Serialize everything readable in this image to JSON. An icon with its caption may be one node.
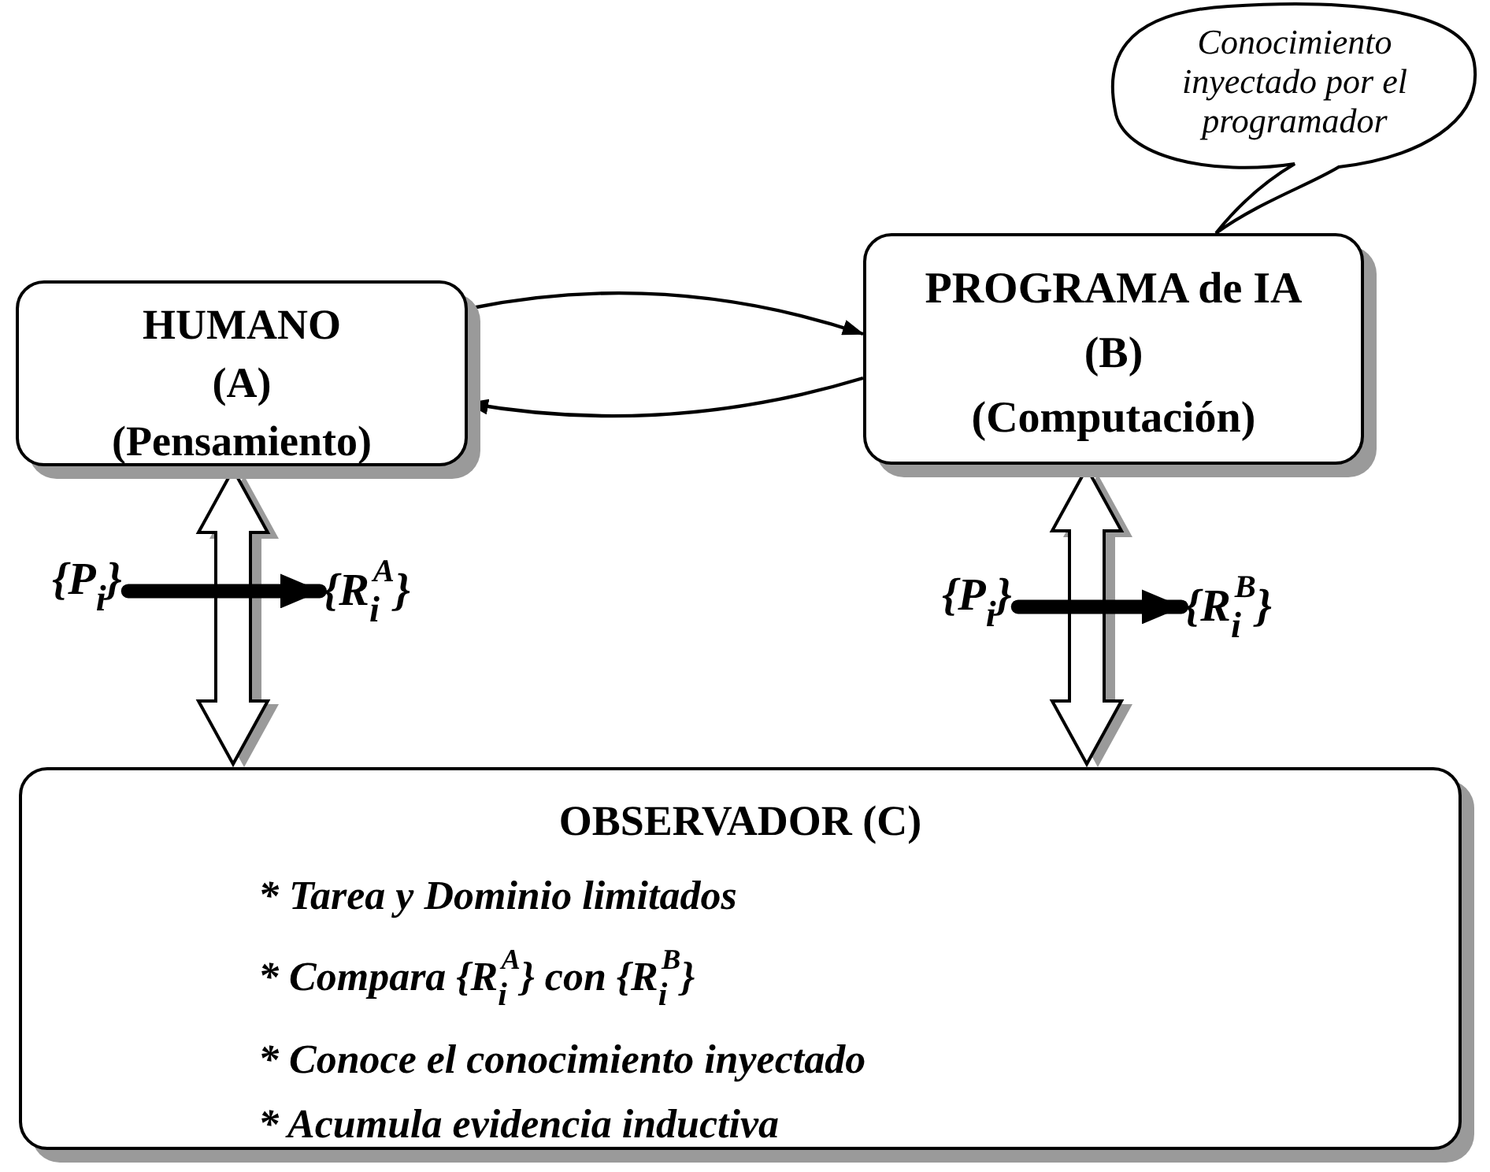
{
  "diagram": {
    "nodes": [
      {
        "text": [
          "HUMANO",
          "(A)",
          "(Pensamiento)"
        ]
      },
      {
        "text": [
          "PROGRAMA de IA",
          "(B)",
          "(Computación)"
        ]
      },
      {
        "text": [
          "OBSERVADOR (C)",
          "* Tarea y Dominio limitados",
          "* Compara {R$_{i}$$^{A}$} con {R$_{i}$$^{B}$}",
          "* Conoce el conocimiento inyectado",
          "* Acumula evidencia inductiva"
        ]
      },
      {
        "text": [
          "Conocimiento inyectado por el programador"
        ]
      },
      {
        "text": [
          "{P$_{i}$}"
        ]
      },
      {
        "text": [
          "{R$_{i}$$^{A}$}"
        ]
      },
      {
        "text": [
          "{P$_{i}$}"
        ]
      },
      {
        "text": [
          "{R$_{i}$$^{B}$}"
        ]
      }
    ],
    "edges": [
      {
        "from": 0,
        "to": 1,
        "arrow": "to"
      },
      {
        "from": 1,
        "to": 0,
        "arrow": "to"
      },
      {
        "from": 0,
        "to": 2,
        "arrow": "both",
        "style": "thick"
      },
      {
        "from": 1,
        "to": 2,
        "arrow": "both",
        "style": "thick"
      },
      {
        "from": 4,
        "to": 5,
        "arrow": "to",
        "style": "thick"
      },
      {
        "from": 6,
        "to": 7,
        "arrow": "to",
        "style": "thick"
      }
    ]
  }
}
